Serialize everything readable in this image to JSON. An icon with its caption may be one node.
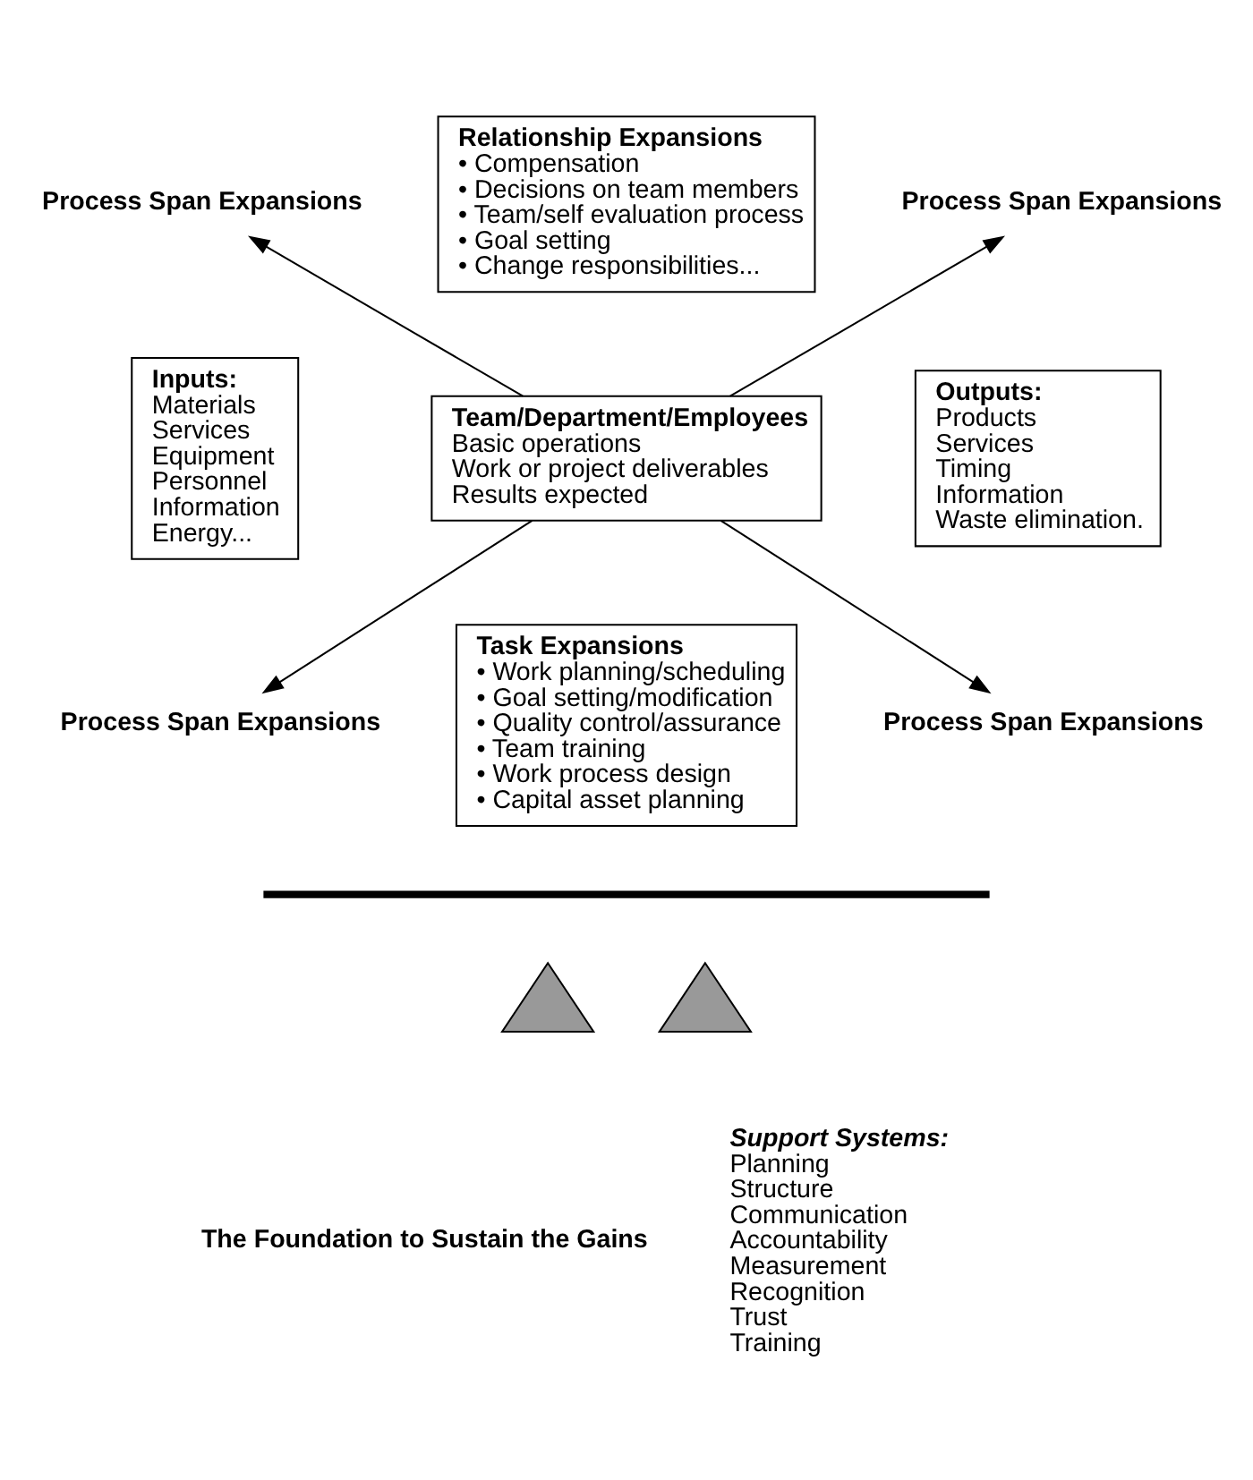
{
  "diagram": {
    "nodes": [
      {
        "text": [
          "Team/Department/Employees",
          "Basic operations",
          "Work or project deliverables",
          "Results expected"
        ]
      },
      {
        "text": [
          "Relationship Expansions",
          "• Compensation",
          "• Decisions on team members",
          "• Team/self evaluation process",
          "• Goal setting",
          "• Change responsibilities..."
        ]
      },
      {
        "text": [
          "Process Span Expansions"
        ]
      },
      {
        "text": [
          "Process Span Expansions"
        ]
      },
      {
        "text": [
          "Inputs:",
          "Materials",
          "Services",
          "Equipment",
          "Personnel",
          "Information",
          "Energy..."
        ]
      },
      {
        "text": [
          "Outputs:",
          "Products",
          "Services",
          "Timing",
          "Information",
          "Waste elimination."
        ]
      },
      {
        "text": [
          "Process Span Expansions"
        ]
      },
      {
        "text": [
          "Task Expansions",
          "• Work planning/scheduling",
          "• Goal setting/modification",
          "• Quality control/assurance",
          "• Team training",
          "• Work process design",
          "• Capital asset planning"
        ]
      },
      {
        "text": [
          "Process Span Expansions"
        ]
      },
      {
        "text": [],
        "shape": "bar"
      },
      {
        "text": [],
        "shape": "triangle"
      },
      {
        "text": [],
        "shape": "triangle"
      }
    ],
    "edges": [
      {
        "from": 0,
        "to": 2,
        "arrow": "to"
      },
      {
        "from": 0,
        "to": 3,
        "arrow": "to"
      },
      {
        "from": 0,
        "to": 6,
        "arrow": "to"
      },
      {
        "from": 0,
        "to": 8,
        "arrow": "to"
      }
    ],
    "labels": [
      "Support Systems:",
      "Planning",
      "Structure",
      "Communication",
      "Accountability",
      "Measurement",
      "Recognition",
      "Trust",
      "Training",
      "The Foundation to Sustain the Gains"
    ]
  }
}
